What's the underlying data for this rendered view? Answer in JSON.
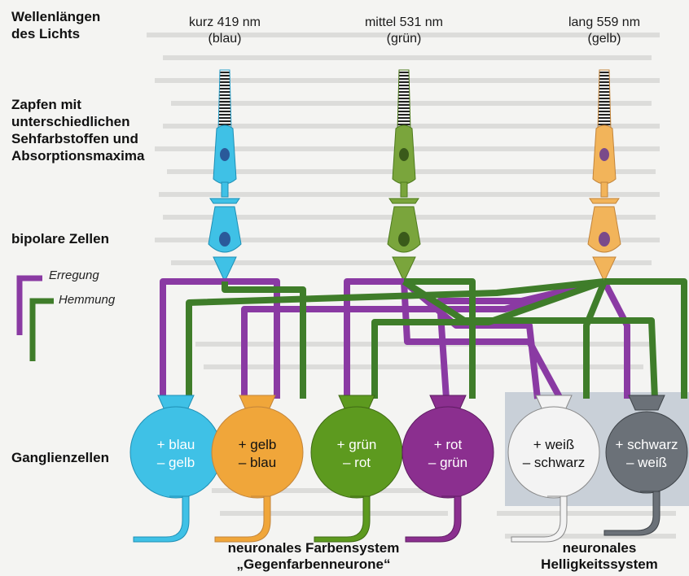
{
  "labels": {
    "wavelengths": "Wellenlängen\ndes Lichts",
    "cones": "Zapfen mit\nunterschiedlichen\nSehfarbstoffen und\nAbsorptionsmaxima",
    "bipolar": "bipolare Zellen",
    "ganglion": "Ganglienzellen"
  },
  "wavelengths": [
    {
      "line1": "kurz 419 nm",
      "line2": "(blau)"
    },
    {
      "line1": "mittel 531 nm",
      "line2": "(grün)"
    },
    {
      "line1": "lang 559 nm",
      "line2": "(gelb)"
    }
  ],
  "legend": {
    "excitation": "Erregung",
    "inhibition": "Hemmung"
  },
  "ganglion_cells": [
    {
      "line1": "+ blau",
      "line2": "– gelb"
    },
    {
      "line1": "+ gelb",
      "line2": "– blau"
    },
    {
      "line1": "+ grün",
      "line2": "– rot"
    },
    {
      "line1": "+ rot",
      "line2": "– grün"
    },
    {
      "line1": "+ weiß",
      "line2": "– schwarz"
    },
    {
      "line1": "+ schwarz",
      "line2": "– weiß"
    }
  ],
  "captions": {
    "color_system_1": "neuronales Farbensystem",
    "color_system_2": "„Gegenfarbenneurone“",
    "brightness_1": "neuronales",
    "brightness_2": "Helligkeitssystem"
  },
  "colors": {
    "excitation": "#8a3aa3",
    "inhibition": "#3f7d2a",
    "blue_cell": "#3fc1e6",
    "green_cell": "#7aa53c",
    "yellow_cell": "#f2b45a",
    "orange_cell": "#f0a63a",
    "green_ganglion": "#5d9a1f",
    "purple_ganglion": "#8b2f8f",
    "white_ganglion": "#f3f3f3",
    "gray_ganglion": "#6b7178",
    "brightness_box": "#c9d0d8"
  }
}
